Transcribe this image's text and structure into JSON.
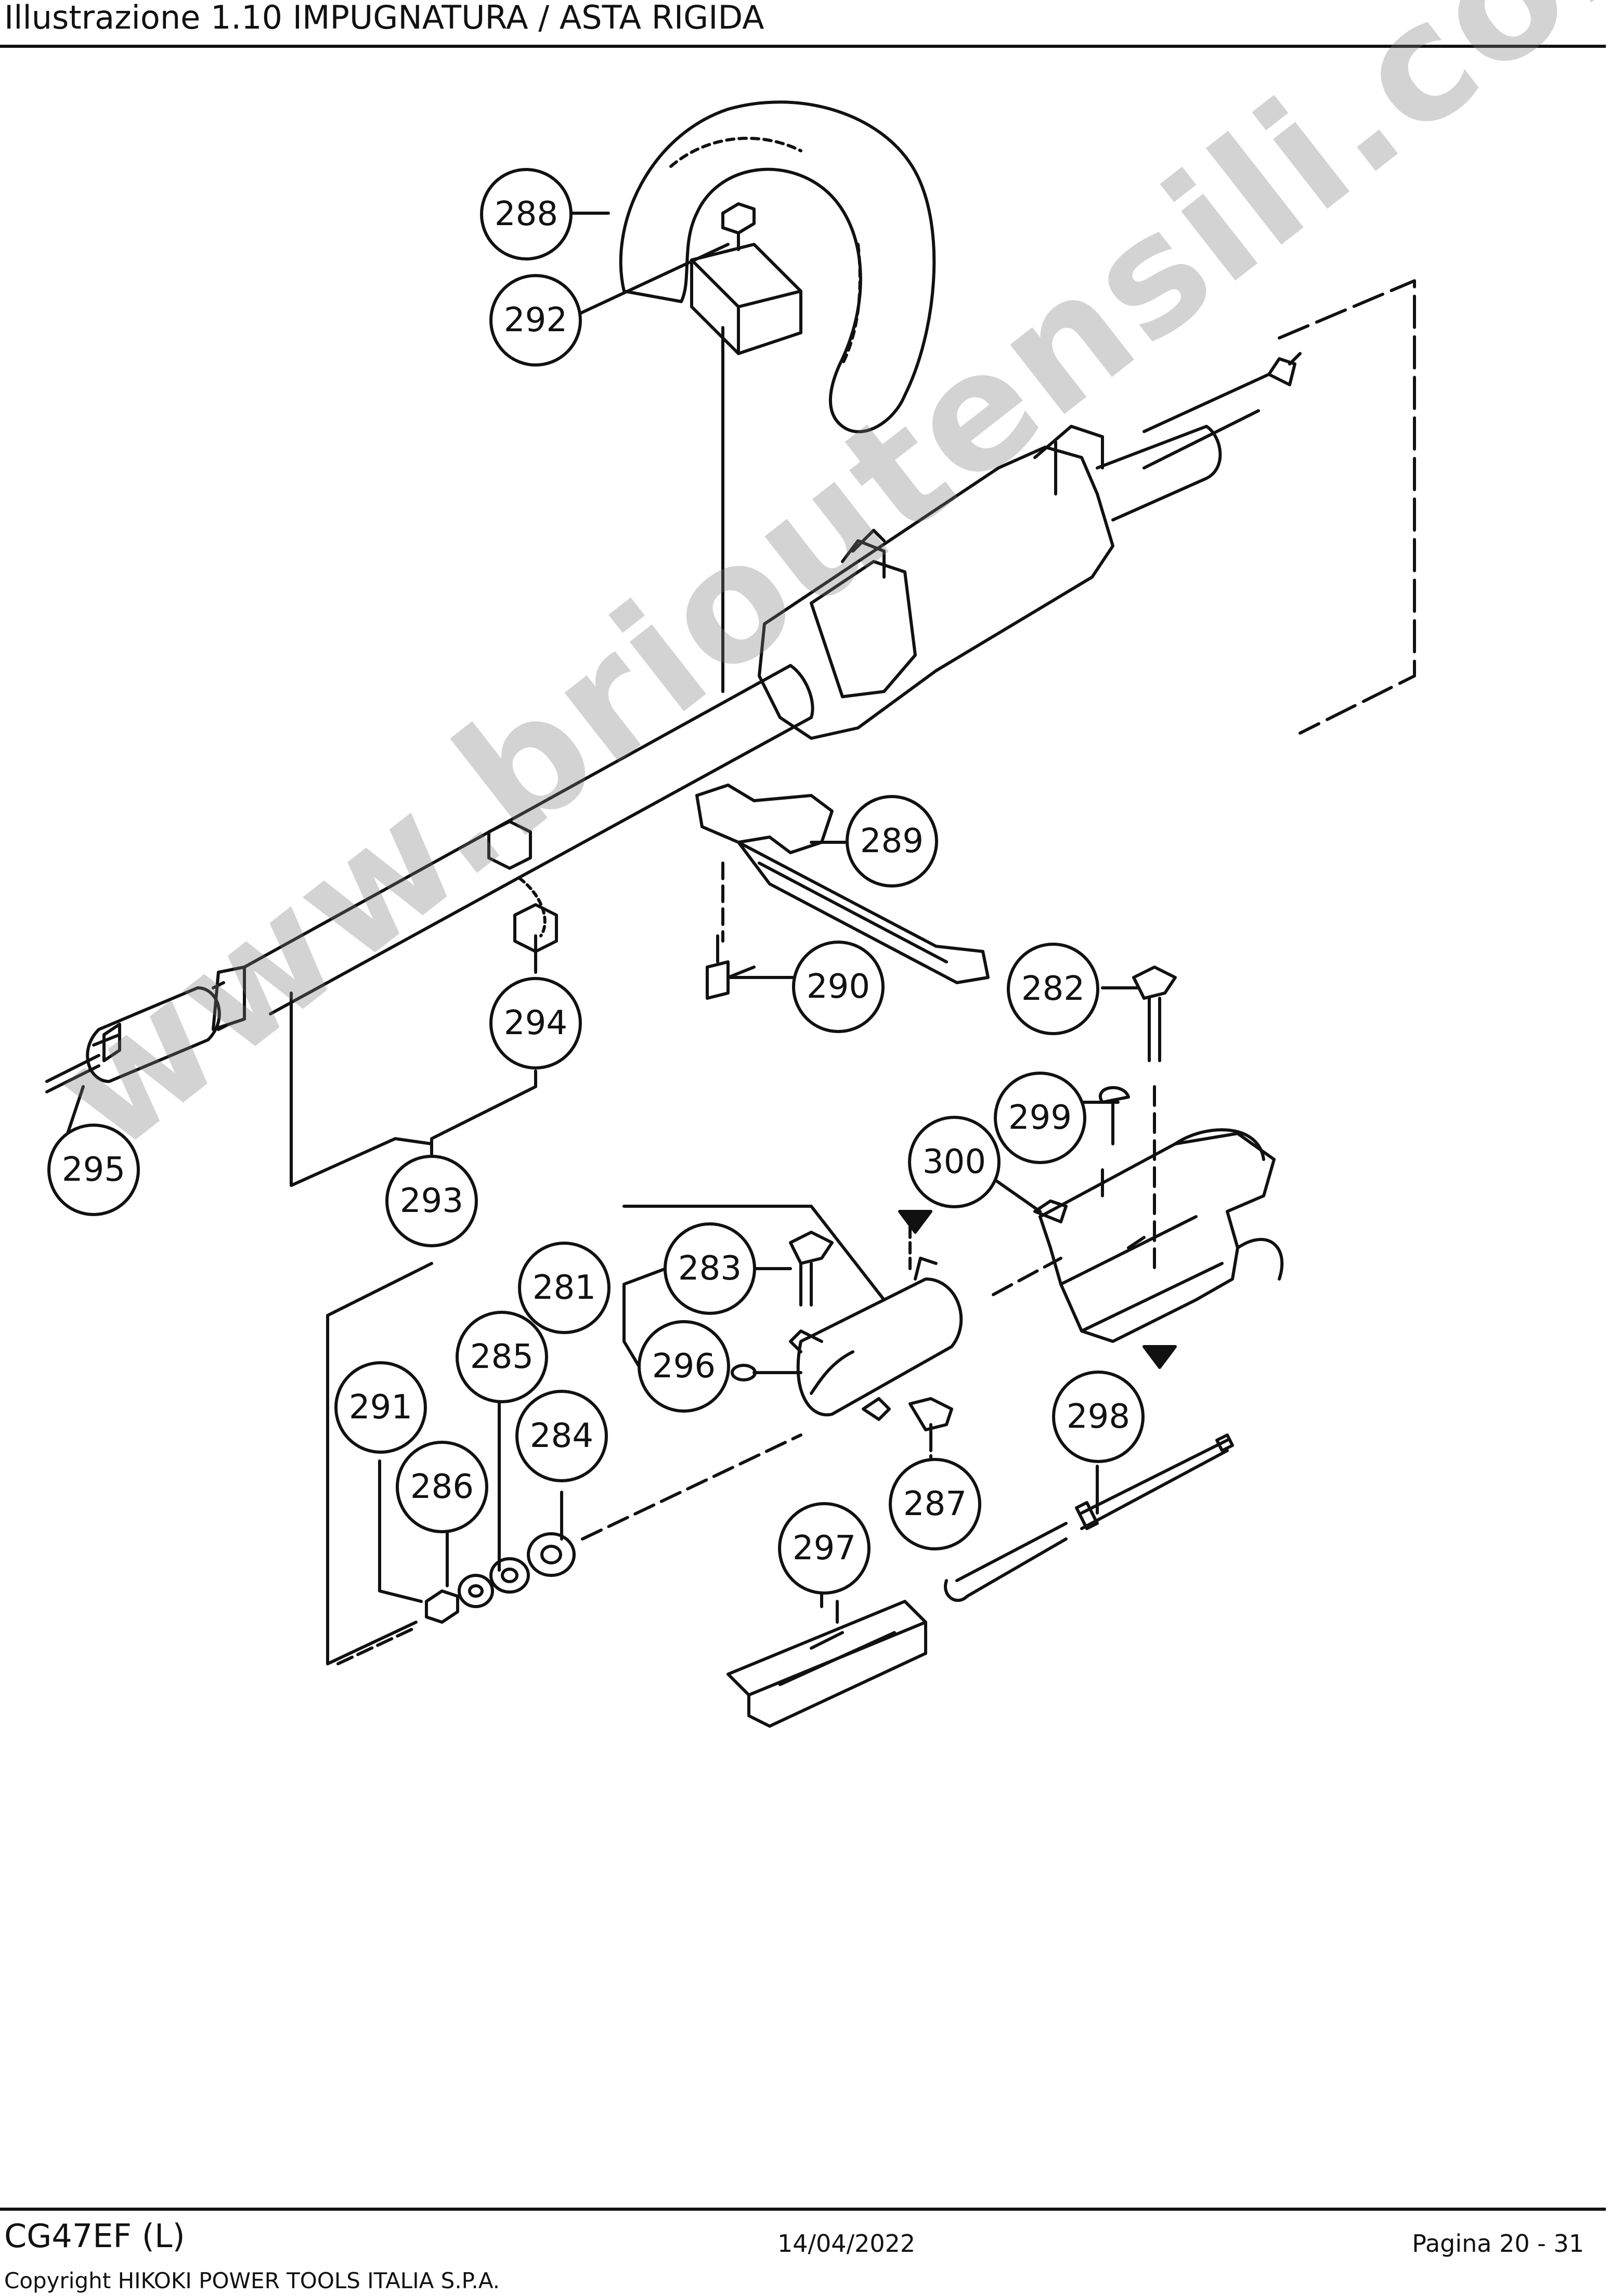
{
  "header": {
    "title": "Illustrazione  1.10 IMPUGNATURA / ASTA RIGIDA"
  },
  "diagram": {
    "callouts": [
      {
        "id": "288",
        "label": "288"
      },
      {
        "id": "292",
        "label": "292"
      },
      {
        "id": "289",
        "label": "289"
      },
      {
        "id": "290",
        "label": "290"
      },
      {
        "id": "282",
        "label": "282"
      },
      {
        "id": "294",
        "label": "294"
      },
      {
        "id": "295",
        "label": "295"
      },
      {
        "id": "293",
        "label": "293"
      },
      {
        "id": "299",
        "label": "299"
      },
      {
        "id": "300",
        "label": "300"
      },
      {
        "id": "281",
        "label": "281"
      },
      {
        "id": "283",
        "label": "283"
      },
      {
        "id": "296",
        "label": "296"
      },
      {
        "id": "285",
        "label": "285"
      },
      {
        "id": "291",
        "label": "291"
      },
      {
        "id": "284",
        "label": "284"
      },
      {
        "id": "286",
        "label": "286"
      },
      {
        "id": "298",
        "label": "298"
      },
      {
        "id": "287",
        "label": "287"
      },
      {
        "id": "297",
        "label": "297"
      }
    ]
  },
  "watermark": {
    "text": "www.brioutensili.com"
  },
  "footer": {
    "model": "CG47EF (L)",
    "date": "14/04/2022",
    "page": "Pagina 20 - 31",
    "copyright": "Copyright HIKOKI POWER TOOLS ITALIA S.P.A."
  }
}
